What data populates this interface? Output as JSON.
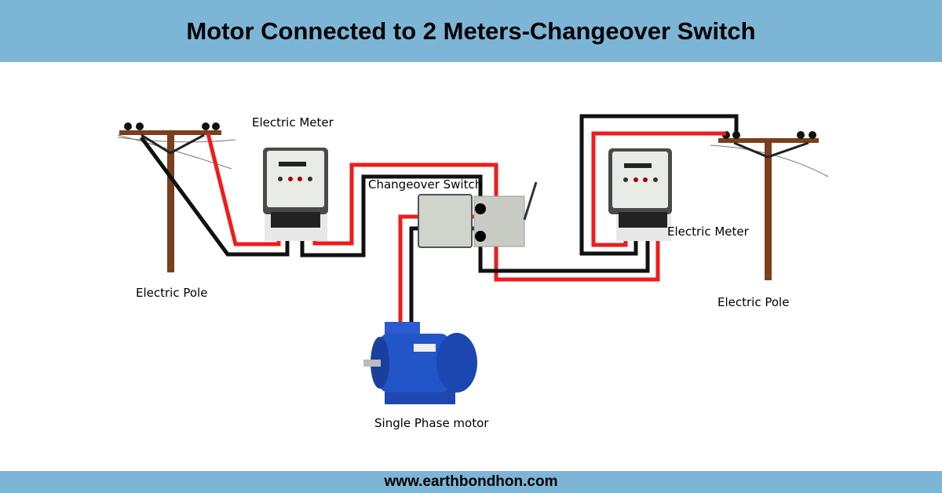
{
  "title": "Motor Connected to 2 Meters-Changeover Switch",
  "footer": "www.earthbondhon.com",
  "labels": {
    "left_pole": "Electric Pole",
    "left_meter": "Electric Meter",
    "switch": "Changeover Switch",
    "right_meter": "Electric Meter",
    "right_pole": "Electric Pole",
    "motor": "Single Phase motor"
  },
  "colors": {
    "header": "#7db5d6",
    "phase_wire": "#ee1c1c",
    "neutral_wire": "#111111",
    "pole": "#7a3f1c",
    "motor": "#1f4fbf"
  }
}
